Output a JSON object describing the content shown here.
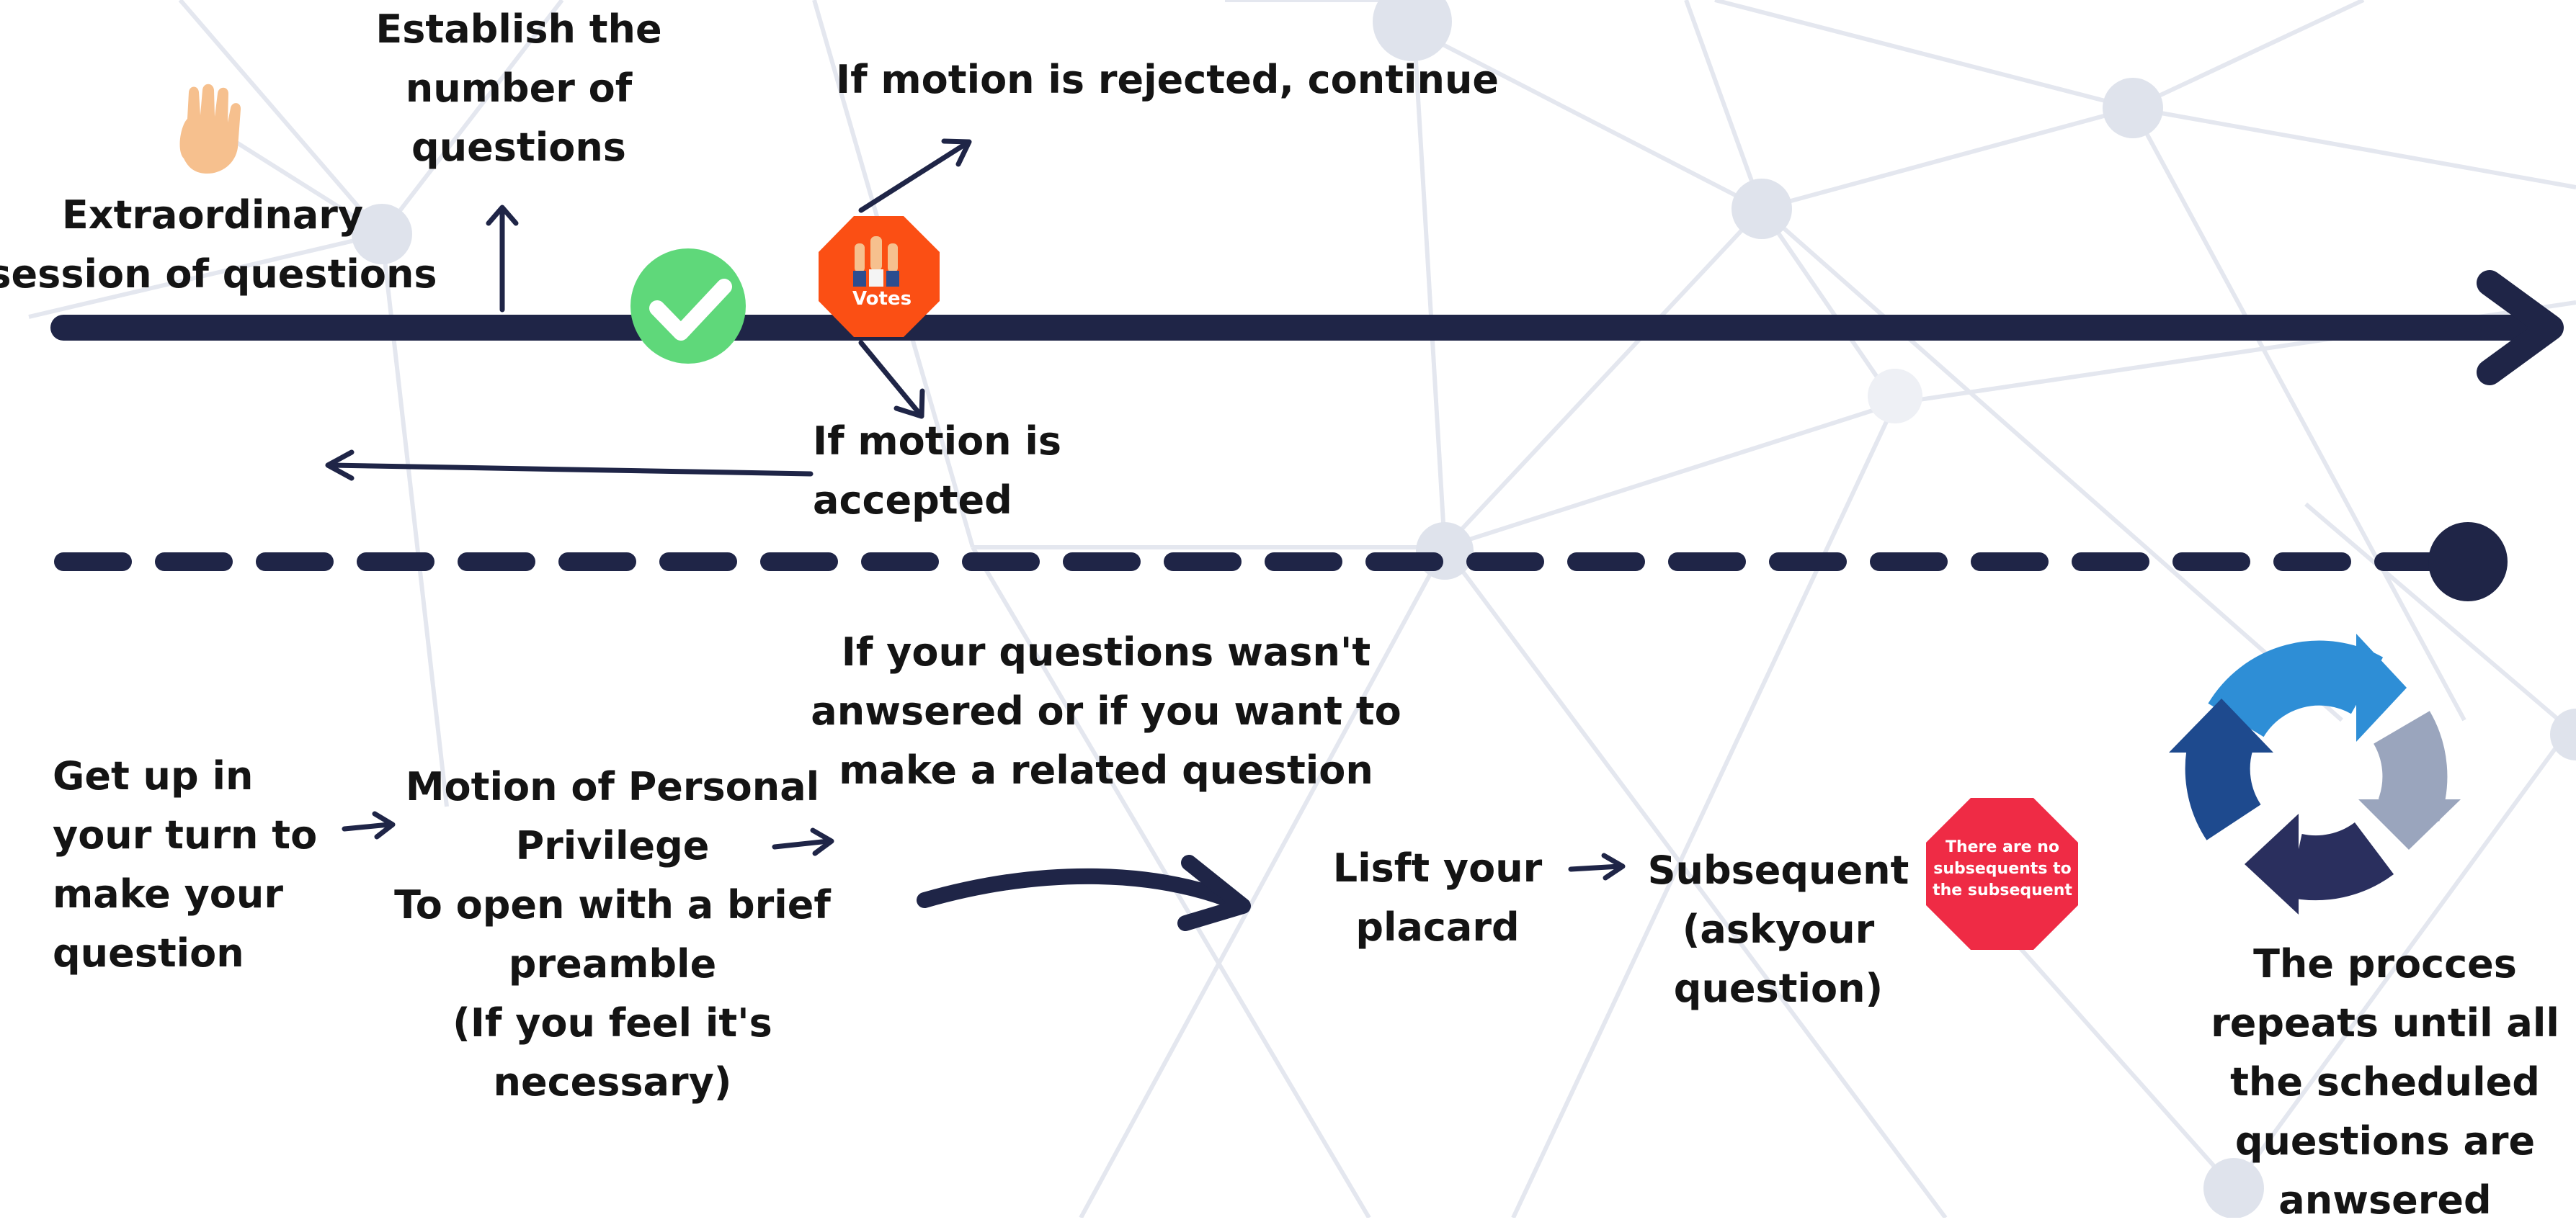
{
  "colors": {
    "navy": "#1f2547",
    "network_line": "#e3e6ee",
    "network_node": "#dfe3ec",
    "check_green": "#5fd87a",
    "votes_orange": "#fb4f14",
    "stop_red": "#ef2b45",
    "cycle_light_blue": "#2e8ed6",
    "cycle_gray": "#9aa5bd",
    "cycle_dark": "#2a2f5e",
    "cycle_blue": "#1e4a8e",
    "hand_skin": "#f6c08e"
  },
  "top": {
    "start_label": [
      "Extraordinary",
      "session of questions"
    ],
    "establish_label": [
      "Establish the",
      "number of",
      "questions"
    ],
    "rejected_label": "If motion is rejected, continue",
    "accepted_label": [
      "If motion is",
      "accepted"
    ],
    "votes_sign": "Votes",
    "icons": [
      "raised-hand-icon",
      "checkmark-icon",
      "votes-sign-icon"
    ]
  },
  "bottom": {
    "step1": [
      "Get up in",
      "your turn to",
      "make your",
      "question"
    ],
    "step2": [
      "Motion of Personal",
      "Privilege",
      "To open with a brief",
      "preamble",
      "(If you feel it's",
      "necessary)"
    ],
    "condition": [
      "If your questions wasn't",
      "anwsered or if you want to",
      "make a related question"
    ],
    "step3": [
      "Lisft your",
      "placard"
    ],
    "step4": [
      "Subsequent",
      "(askyour",
      "question)"
    ],
    "stop_sign": [
      "There are no",
      "subsequents to",
      "the subsequent"
    ],
    "final": [
      "The procces",
      "repeats until all",
      "the scheduled",
      "questions are",
      "anwsered"
    ],
    "icons": [
      "stop-sign-icon",
      "cycle-arrows-icon"
    ]
  }
}
